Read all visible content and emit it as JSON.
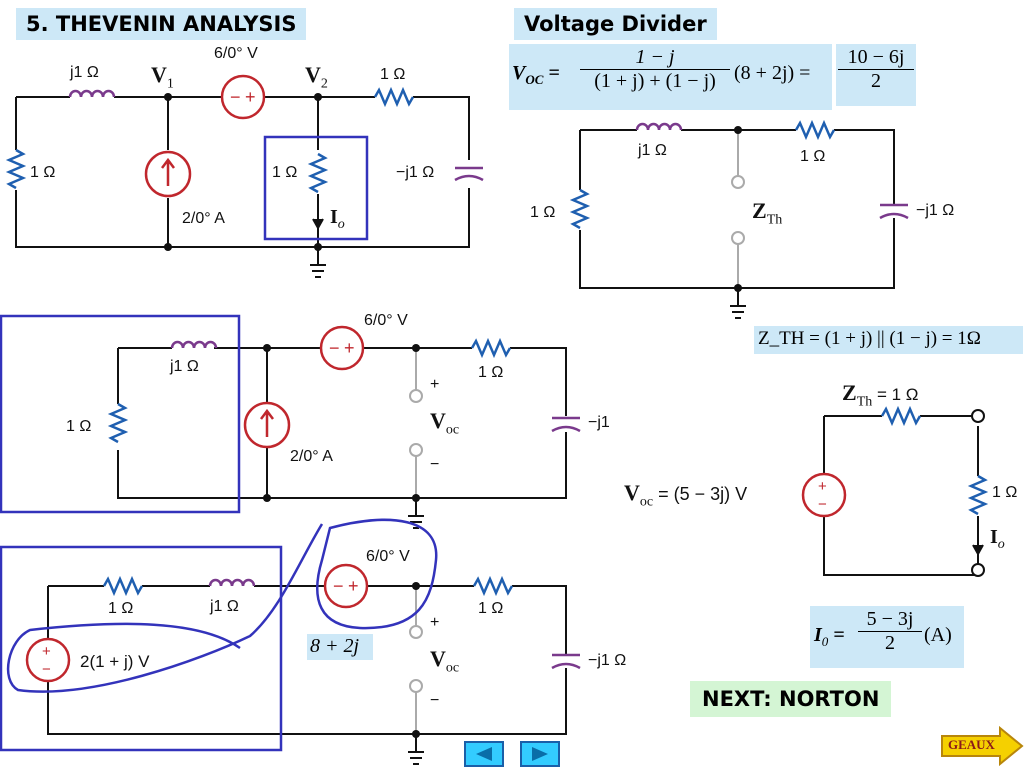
{
  "title": "5. THEVENIN ANALYSIS",
  "voltage_divider_label": "Voltage Divider",
  "next_label": "NEXT: NORTON",
  "geaux_label": "GEAUX",
  "eq_voc": {
    "lhs": "V",
    "lhs_sub": "OC",
    "num": "1 − j",
    "den": "(1 + j) + (1 − j)",
    "factor": "(8 + 2j) =",
    "res_num": "10 − 6j",
    "res_den": "2"
  },
  "eq_zth": "Z_TH = (1 + j) || (1 − j) = 1Ω",
  "eq_i0": {
    "lhs": "I",
    "lhs_sub": "0",
    "num": "5 − 3j",
    "den": "2",
    "unit": "(A)"
  },
  "label_8_2j": "8 + 2j",
  "c1": {
    "j1": "j1 Ω",
    "v1": "V",
    "v1_sub": "1",
    "v2": "V",
    "v2_sub": "2",
    "src_v": "6/0° V",
    "r_top": "1 Ω",
    "r_left": "1 Ω",
    "r_mid": "1 Ω",
    "cap": "−j1 Ω",
    "src_i": "2/0° A",
    "io": "I",
    "io_sub": "o"
  },
  "c2": {
    "j1": "j1 Ω",
    "r_top": "1 Ω",
    "r_left": "1 Ω",
    "cap": "−j1 Ω",
    "zth": "Z",
    "zth_sub": "Th"
  },
  "c3": {
    "j1": "j1 Ω",
    "r_left": "1 Ω",
    "src_v": "6/0° V",
    "src_i": "2/0° A",
    "r_top": "1 Ω",
    "cap": "−j1",
    "voc": "V",
    "voc_sub": "oc",
    "plus": "+",
    "minus": "−"
  },
  "c4": {
    "r1": "1 Ω",
    "j1": "j1 Ω",
    "src_v": "6/0° V",
    "r_top": "1 Ω",
    "cap": "−j1 Ω",
    "src_left": "2(1 + j) V",
    "voc": "V",
    "voc_sub": "oc",
    "plus": "+",
    "minus": "−"
  },
  "c5": {
    "zth": "Z",
    "zth_sub": "Th",
    "zth_val": " = 1 Ω",
    "voc": "V",
    "voc_sub": "oc",
    "voc_val": " = (5 − 3j) V",
    "r": "1 Ω",
    "io": "I",
    "io_sub": "o"
  },
  "colors": {
    "wire": "#111111",
    "source": "#c0272d",
    "resistor": "#1f5fb0",
    "inductor": "#7a3a8c",
    "capacitor": "#7a3a8c",
    "highlight_box": "#3333bb",
    "label_bg": "#cde8f7",
    "next_bg": "#d4f5d4",
    "nav": "#33ccff"
  }
}
